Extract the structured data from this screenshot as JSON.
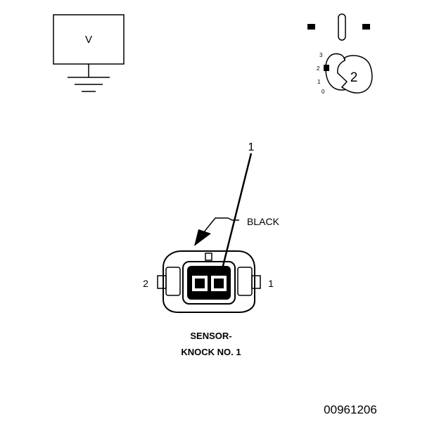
{
  "meter": {
    "symbol": "V"
  },
  "ignition": {
    "positions": [
      "3",
      "2",
      "1",
      "0"
    ],
    "selected": "2"
  },
  "callout": {
    "number": "1"
  },
  "connector": {
    "color_label": "BLACK",
    "pin_left": "2",
    "pin_right": "1"
  },
  "component": {
    "line1": "SENSOR-",
    "line2": "KNOCK NO. 1"
  },
  "figure_id": "00961206",
  "colors": {
    "stroke": "#000000",
    "background": "#ffffff"
  }
}
